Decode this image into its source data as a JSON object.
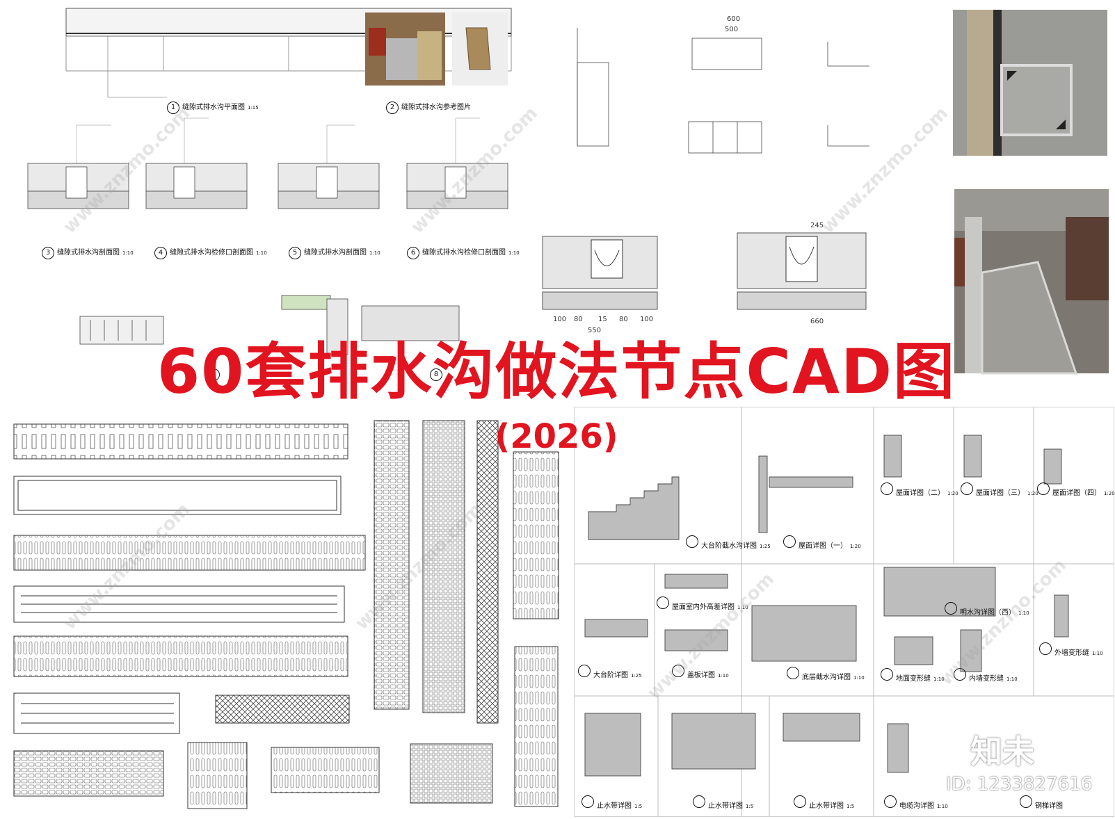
{
  "title": "60套排水沟做法节点CAD图",
  "subtitle": "(2026)",
  "logo": {
    "text": "知未",
    "id": "ID: 1233827616"
  },
  "watermark": "www.znzmo.com",
  "colors": {
    "title": "#e1141f",
    "line": "#444444",
    "fill": "#bdbdbd"
  },
  "captions_top_left": [
    {
      "num": "1",
      "text": "缝隙式排水沟平面图",
      "scale": "1:15"
    },
    {
      "num": "2",
      "text": "缝隙式排水沟参考图片",
      "scale": ""
    },
    {
      "num": "3",
      "text": "缝隙式排水沟剖面图",
      "scale": "1:10"
    },
    {
      "num": "4",
      "text": "缝隙式排水沟检修口剖面图",
      "scale": "1:10"
    },
    {
      "num": "5",
      "text": "缝隙式排水沟剖面图",
      "scale": "1:10"
    },
    {
      "num": "6",
      "text": "缝隙式排水沟检修口剖面图",
      "scale": "1:10"
    },
    {
      "num": "7",
      "text": "",
      "scale": ""
    },
    {
      "num": "8",
      "text": "",
      "scale": ""
    }
  ],
  "captions_bottom_right": [
    {
      "text": "大台阶截水沟详图",
      "scale": "1:25"
    },
    {
      "text": "屋面详图（一）",
      "scale": "1:20"
    },
    {
      "text": "屋面详图（二）",
      "scale": "1:20"
    },
    {
      "text": "屋面详图（三）",
      "scale": "1:20"
    },
    {
      "text": "屋面详图（四）",
      "scale": "1:20"
    },
    {
      "text": "大台阶详图",
      "scale": "1:25"
    },
    {
      "text": "屋面室内外高差详图",
      "scale": "1:10"
    },
    {
      "text": "盖板详图",
      "scale": "1:10"
    },
    {
      "text": "底层截水沟详图",
      "scale": "1:10"
    },
    {
      "text": "明水沟详图（西）",
      "scale": "1:10"
    },
    {
      "text": "地面变形缝",
      "scale": "1:10"
    },
    {
      "text": "内墙变形缝",
      "scale": "1:10"
    },
    {
      "text": "外墙变形缝",
      "scale": "1:10"
    },
    {
      "text": "止水带详图",
      "scale": "1:5"
    },
    {
      "text": "止水带详图",
      "scale": "1:5"
    },
    {
      "text": "止水带详图",
      "scale": "1:5"
    },
    {
      "text": "电缆沟详图",
      "scale": "1:10"
    },
    {
      "text": "钢梯详图",
      "scale": ""
    }
  ],
  "dimensions": {
    "a": [
      "100",
      "80",
      "15",
      "80",
      "100"
    ],
    "a_total": "550",
    "b_total": "660",
    "b_top": "245",
    "c_top": "600",
    "c_mid": "500"
  }
}
